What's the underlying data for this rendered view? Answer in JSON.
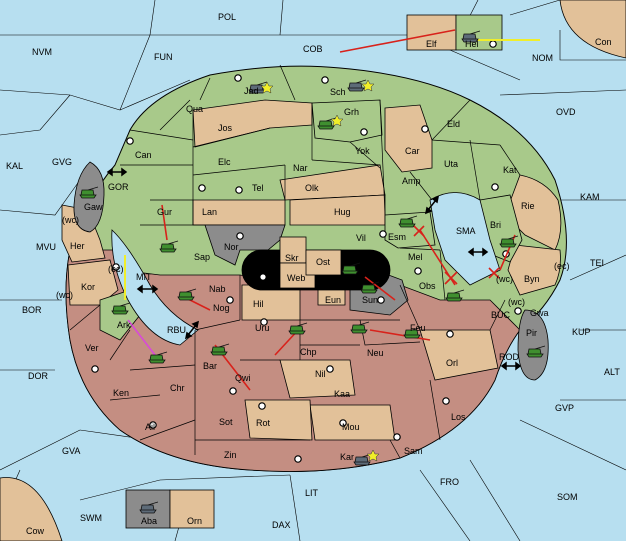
{
  "colors": {
    "sea": "#b7dff0",
    "green": "#a8c98a",
    "tan": "#e2c199",
    "rose": "#c48e82",
    "grey": "#8c8c8c",
    "black": "#000000",
    "order_red": "#d8221b",
    "order_yellow": "#f0ee2a",
    "order_magenta": "#d84ad8"
  },
  "sea_labels": {
    "POL": "POL",
    "NVM": "NVM",
    "FUN": "FUN",
    "COB": "COB",
    "NOM": "NOM",
    "Con": "Con",
    "OVD": "OVD",
    "KAL": "KAL",
    "GVG": "GVG",
    "GOR": "GOR",
    "KAM": "KAM",
    "SMA": "SMA",
    "MVU": "MVU",
    "MIT": "MIT",
    "TEI": "TEI",
    "BOR": "BOR",
    "RBU": "RBU",
    "BUC": "BUC",
    "KUP": "KUP",
    "DOR": "DOR",
    "ROD": "ROD",
    "ALT": "ALT",
    "GVP": "GVP",
    "GVA": "GVA",
    "FRO": "FRO",
    "SOM": "SOM",
    "LIT": "LIT",
    "SWM": "SWM",
    "DAX": "DAX",
    "Cow": "Cow"
  },
  "land_labels": {
    "Elf": "Elf",
    "Hel": "Hel",
    "Jad": "Jad",
    "Sch": "Sch",
    "Qua": "Qua",
    "Jos": "Jos",
    "Grh": "Grh",
    "Eld": "Eld",
    "Can": "Can",
    "Yok": "Yok",
    "Car": "Car",
    "Elc": "Elc",
    "Nar": "Nar",
    "Uta": "Uta",
    "Kat": "Kat",
    "Tel": "Tel",
    "Olk": "Olk",
    "Amp": "Amp",
    "Gaw": "Gaw",
    "Gur": "Gur",
    "Lan": "Lan",
    "Hug": "Hug",
    "Rie": "Rie",
    "Bri": "Bri",
    "Her": "Her",
    "Nor": "Nor",
    "Skr": "Skr",
    "Vil": "Vil",
    "Esm": "Esm",
    "Sap": "Sap",
    "Ost": "Ost",
    "Mel": "Mel",
    "Kor": "Kor",
    "Web": "Web",
    "Byn": "Byn",
    "Nab": "Nab",
    "Obs": "Obs",
    "Eun": "Eun",
    "Sun": "Sun",
    "Ark": "Ark",
    "Hil": "Hil",
    "Nog": "Nog",
    "Gwa": "Gwa",
    "Uru": "Uru",
    "Feu": "Feu",
    "Pir": "Pir",
    "Ver": "Ver",
    "Chp": "Chp",
    "Neu": "Neu",
    "Orl": "Orl",
    "Bar": "Bar",
    "Qwi": "Qwi",
    "Nil": "Nil",
    "Chr": "Chr",
    "Ken": "Ken",
    "Kaa": "Kaa",
    "Ail": "Ail",
    "Sot": "Sot",
    "Rot": "Rot",
    "Mou": "Mou",
    "Los": "Los",
    "Sam": "Sam",
    "Zin": "Zin",
    "Kar": "Kar",
    "Aba": "Aba",
    "Orn": "Orn"
  },
  "coast_labels": {
    "wc_gaw": "(wc)",
    "ec_her": "(ec)",
    "wc_kor": "(wc)",
    "ec_byn": "(ec)",
    "wc_byn": "(wc)",
    "wc_gwa": "(wc)"
  },
  "units": [
    {
      "name": "army-hel",
      "type": "army",
      "power": "grey"
    },
    {
      "name": "army-sch",
      "type": "army",
      "power": "grey"
    },
    {
      "name": "army-jad",
      "type": "army",
      "power": "grey"
    },
    {
      "name": "army-grh",
      "type": "army",
      "power": "green"
    },
    {
      "name": "army-gaw",
      "type": "army",
      "power": "green"
    },
    {
      "name": "army-sap",
      "type": "army",
      "power": "green"
    },
    {
      "name": "army-esm",
      "type": "army",
      "power": "green"
    },
    {
      "name": "army-bri",
      "type": "army",
      "power": "green"
    },
    {
      "name": "army-ost",
      "type": "army",
      "power": "green"
    },
    {
      "name": "army-sun",
      "type": "army",
      "power": "green"
    },
    {
      "name": "army-obs",
      "type": "army",
      "power": "green"
    },
    {
      "name": "army-nab",
      "type": "army",
      "power": "green"
    },
    {
      "name": "army-ark",
      "type": "army",
      "power": "green"
    },
    {
      "name": "army-chr",
      "type": "army",
      "power": "green"
    },
    {
      "name": "army-uru",
      "type": "army",
      "power": "green"
    },
    {
      "name": "army-feu",
      "type": "army",
      "power": "green"
    },
    {
      "name": "army-feu2",
      "type": "army",
      "power": "green"
    },
    {
      "name": "army-bar",
      "type": "army",
      "power": "green"
    },
    {
      "name": "army-pir",
      "type": "army",
      "power": "green"
    },
    {
      "name": "army-kar",
      "type": "army",
      "power": "grey"
    },
    {
      "name": "army-aba",
      "type": "army",
      "power": "grey"
    }
  ]
}
